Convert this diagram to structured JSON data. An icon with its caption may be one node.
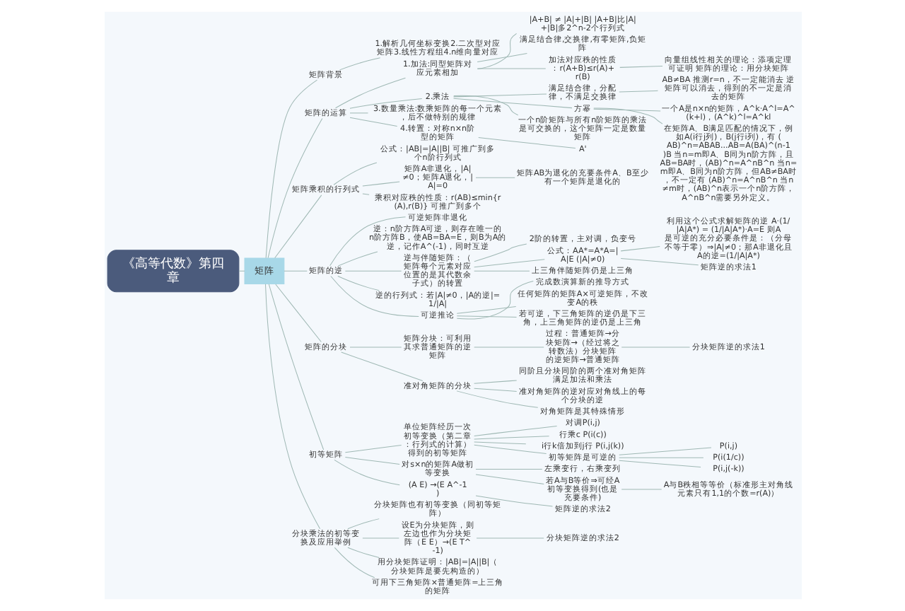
{
  "diagram": {
    "nodes": [
      {
        "text": [
          "《高等代数》第四章"
        ]
      },
      {
        "text": [
          "矩阵"
        ]
      },
      {
        "text": [
          "矩阵背景"
        ]
      },
      {
        "text": [
          "1.解析几何坐标变换2.二次型对应矩阵3.线性方程组4.n维向量对应"
        ]
      },
      {
        "text": [
          "矩阵的运算"
        ]
      },
      {
        "text": [
          "1.加法:同型矩阵对应元素相加"
        ]
      },
      {
        "text": [
          "|A+B| ≠ |A|+|B| |A+B|比|A|+|B|多2^n-2个行列式"
        ]
      },
      {
        "text": [
          "满足结合律,交换律,有零矩阵,负矩阵"
        ]
      },
      {
        "text": [
          "加法对应秩的性质：r(A+B)≤r(A)+r(B)"
        ]
      },
      {
        "text": [
          "向量组线性相关的理论：添项定理可证明 矩阵的理论：用分块矩阵"
        ]
      },
      {
        "text": [
          "2.乘法"
        ]
      },
      {
        "text": [
          "满足结合律，分配律，不满足交换律"
        ]
      },
      {
        "text": [
          "AB≠BA 推测r=n，不一定能消去 逆矩阵可以消去，得到的不一定是消去的矩阵"
        ]
      },
      {
        "text": [
          "方幂"
        ]
      },
      {
        "text": [
          "一个A是n×n的矩阵，A^k·A^l=A^(k+l)，(A^k)^l=A^kl"
        ]
      },
      {
        "text": [
          "在矩阵A、B满足匹配的情况下，例如A(i行j列)，B(j行i列)，有 (AB)^n=ABAB...AB=A(BA)^(n-1)B 当n=m即A、B同为n阶方阵，且AB=BA时，(AB)^n=A^nB^n 当n=m即A、B同为n阶方阵，但AB≠BA时，不一定有 (AB)^n=A^nB^n 当n≠m时，(AB)^n表示一个n阶方阵，A^nB^n需要另外定义。"
        ]
      },
      {
        "text": [
          "一个n阶矩阵与所有n阶矩阵的乘法是可交换的，这个矩阵一定是数量矩阵"
        ]
      },
      {
        "text": [
          "3.数量乘法:数乘矩阵的每一个元素，后不做特别的规律"
        ]
      },
      {
        "text": [
          "4.转置：对称n×n阶型的矩阵"
        ]
      },
      {
        "text": [
          "A'"
        ]
      },
      {
        "text": [
          "矩阵乘积的行列式"
        ]
      },
      {
        "text": [
          "公式：|AB|=|A||B| 可推广到多个n阶行列式"
        ]
      },
      {
        "text": [
          "矩阵A非退化，|A|≠0；矩阵A退化，|A|=0"
        ]
      },
      {
        "text": [
          "矩阵AB为退化的充要条件A、B至少有一个矩阵是退化的"
        ]
      },
      {
        "text": [
          "乘积对应秩的性质：r(AB)≤min{r(A),r(B)} 可推广到多个"
        ]
      },
      {
        "text": [
          "矩阵的逆"
        ]
      },
      {
        "text": [
          "可逆矩阵非退化"
        ]
      },
      {
        "text": [
          "逆：n阶方阵A可逆，则存在唯一的n阶方阵B，使AB=BA=E，则B为A的逆，记作A^(-1)，同时互逆"
        ]
      },
      {
        "text": [
          "逆与伴随矩阵：（矩阵每个元素对应位置的是其代数余子式）的转置"
        ]
      },
      {
        "text": [
          "2阶的转置，主对调，负变号"
        ]
      },
      {
        "text": [
          "公式：AA*=A*A=|A|E (|A|≠0)"
        ]
      },
      {
        "text": [
          "利用这个公式求解矩阵的逆 A·(1/|A|A*) = (1/|A|A*)·A=E 则A是可逆的充分必要条件是：（分母不等于零）⇒|A|≠0；那A非退化且A的逆=(1/|A|A*)"
        ]
      },
      {
        "text": [
          "矩阵逆的求法1"
        ]
      },
      {
        "text": [
          "上三角伴随矩阵仍是上三角"
        ]
      },
      {
        "text": [
          "逆的行列式：若|A|≠0，|A的逆|=1/|A|"
        ]
      },
      {
        "text": [
          "可逆推论"
        ]
      },
      {
        "text": [
          "完成数演算新的推导方式"
        ]
      },
      {
        "text": [
          "任何矩阵的矩阵A×可逆矩阵，不改变A的秩"
        ]
      },
      {
        "text": [
          "若可逆，下三角矩阵的逆仍是下三角，上三角矩阵的逆仍是上三角"
        ]
      },
      {
        "text": [
          "矩阵的分块"
        ]
      },
      {
        "text": [
          "矩阵分块：可利用其求普通矩阵的逆矩阵"
        ]
      },
      {
        "text": [
          "过程：普通矩阵→分块矩阵→（经过将之转数法）分块矩阵的逆矩阵→普通矩阵"
        ]
      },
      {
        "text": [
          "分块矩阵逆的求法1"
        ]
      },
      {
        "text": [
          "准对角矩阵的分块"
        ]
      },
      {
        "text": [
          "同阶且分块同阶的两个准对角矩阵满足加法和乘法"
        ]
      },
      {
        "text": [
          "准对角矩阵的逆对应对角线上的每个分块的逆"
        ]
      },
      {
        "text": [
          "对角矩阵是其特殊情形"
        ]
      },
      {
        "text": [
          "初等矩阵"
        ]
      },
      {
        "text": [
          "单位矩阵经历一次初等变换（第二章：行列式的计算）得到的初等矩阵"
        ]
      },
      {
        "text": [
          "对调P(i,j)"
        ]
      },
      {
        "text": [
          "行乘c P(i(c))"
        ]
      },
      {
        "text": [
          "i行k倍加到j行 P(i,j(k))"
        ]
      },
      {
        "text": [
          "初等矩阵是可逆的"
        ]
      },
      {
        "text": [
          "P(i,j)"
        ]
      },
      {
        "text": [
          "P(i(1/c))"
        ]
      },
      {
        "text": [
          "P(i,j(-k))"
        ]
      },
      {
        "text": [
          "对s×n的矩阵A做初等变换"
        ]
      },
      {
        "text": [
          "左乘变行，右乘变列"
        ]
      },
      {
        "text": [
          "若A与B等价⇒可经A初等变换得到(也是充要条件)"
        ]
      },
      {
        "text": [
          "A与B秩相等等价（标准形主对角线元素只有1,1的个数=r(A)）"
        ]
      },
      {
        "text": [
          "(A E) →(E A^-1)"
        ]
      },
      {
        "text": [
          "矩阵逆的求法2"
        ]
      },
      {
        "text": [
          "分块乘法的初等变换及应用举例"
        ]
      },
      {
        "text": [
          "分块矩阵也有初等变换（同初等矩阵）"
        ]
      },
      {
        "text": [
          "设E为分块矩阵，则左边也作为分块矩阵（E E）→(E T^-1)"
        ]
      },
      {
        "text": [
          "分块矩阵逆的求法2"
        ]
      },
      {
        "text": [
          "用分块矩阵证明：|AB|=|A||B|（分块矩阵是要先构造的）"
        ]
      },
      {
        "text": [
          "可用下三角矩阵×普通矩阵=上三角的矩阵"
        ]
      }
    ],
    "edges": [
      {
        "from": 0,
        "to": 1,
        "arrow": "none"
      },
      {
        "from": 1,
        "to": 2,
        "arrow": "none"
      },
      {
        "from": 2,
        "to": 3,
        "arrow": "none"
      },
      {
        "from": 1,
        "to": 4,
        "arrow": "none"
      },
      {
        "from": 4,
        "to": 5,
        "arrow": "none"
      },
      {
        "from": 5,
        "to": 6,
        "arrow": "none"
      },
      {
        "from": 5,
        "to": 7,
        "arrow": "none"
      },
      {
        "from": 5,
        "to": 8,
        "arrow": "none"
      },
      {
        "from": 8,
        "to": 9,
        "arrow": "none"
      },
      {
        "from": 4,
        "to": 10,
        "arrow": "none"
      },
      {
        "from": 10,
        "to": 11,
        "arrow": "none"
      },
      {
        "from": 11,
        "to": 12,
        "arrow": "none"
      },
      {
        "from": 10,
        "to": 13,
        "arrow": "none"
      },
      {
        "from": 13,
        "to": 14,
        "arrow": "none"
      },
      {
        "from": 13,
        "to": 15,
        "arrow": "none"
      },
      {
        "from": 10,
        "to": 16,
        "arrow": "none"
      },
      {
        "from": 4,
        "to": 17,
        "arrow": "none"
      },
      {
        "from": 4,
        "to": 18,
        "arrow": "none"
      },
      {
        "from": 18,
        "to": 19,
        "arrow": "none"
      },
      {
        "from": 1,
        "to": 20,
        "arrow": "none"
      },
      {
        "from": 20,
        "to": 21,
        "arrow": "none"
      },
      {
        "from": 20,
        "to": 22,
        "arrow": "none"
      },
      {
        "from": 22,
        "to": 23,
        "arrow": "none"
      },
      {
        "from": 20,
        "to": 24,
        "arrow": "none"
      },
      {
        "from": 1,
        "to": 25,
        "arrow": "none"
      },
      {
        "from": 25,
        "to": 26,
        "arrow": "none"
      },
      {
        "from": 25,
        "to": 27,
        "arrow": "none"
      },
      {
        "from": 25,
        "to": 28,
        "arrow": "none"
      },
      {
        "from": 28,
        "to": 29,
        "arrow": "none"
      },
      {
        "from": 28,
        "to": 30,
        "arrow": "none"
      },
      {
        "from": 30,
        "to": 31,
        "arrow": "none"
      },
      {
        "from": 30,
        "to": 32,
        "arrow": "none"
      },
      {
        "from": 28,
        "to": 33,
        "arrow": "none"
      },
      {
        "from": 25,
        "to": 34,
        "arrow": "none"
      },
      {
        "from": 25,
        "to": 35,
        "arrow": "none"
      },
      {
        "from": 35,
        "to": 36,
        "arrow": "none"
      },
      {
        "from": 35,
        "to": 37,
        "arrow": "none"
      },
      {
        "from": 35,
        "to": 38,
        "arrow": "none"
      },
      {
        "from": 1,
        "to": 39,
        "arrow": "none"
      },
      {
        "from": 39,
        "to": 40,
        "arrow": "none"
      },
      {
        "from": 40,
        "to": 41,
        "arrow": "none"
      },
      {
        "from": 41,
        "to": 42,
        "arrow": "none"
      },
      {
        "from": 39,
        "to": 43,
        "arrow": "none"
      },
      {
        "from": 43,
        "to": 44,
        "arrow": "none"
      },
      {
        "from": 43,
        "to": 45,
        "arrow": "none"
      },
      {
        "from": 43,
        "to": 46,
        "arrow": "none"
      },
      {
        "from": 1,
        "to": 47,
        "arrow": "none"
      },
      {
        "from": 47,
        "to": 48,
        "arrow": "none"
      },
      {
        "from": 48,
        "to": 49,
        "arrow": "none"
      },
      {
        "from": 48,
        "to": 50,
        "arrow": "none"
      },
      {
        "from": 48,
        "to": 51,
        "arrow": "none"
      },
      {
        "from": 48,
        "to": 52,
        "arrow": "none"
      },
      {
        "from": 52,
        "to": 53,
        "arrow": "none"
      },
      {
        "from": 52,
        "to": 54,
        "arrow": "none"
      },
      {
        "from": 52,
        "to": 55,
        "arrow": "none"
      },
      {
        "from": 47,
        "to": 56,
        "arrow": "none"
      },
      {
        "from": 56,
        "to": 57,
        "arrow": "none"
      },
      {
        "from": 56,
        "to": 58,
        "arrow": "none"
      },
      {
        "from": 58,
        "to": 59,
        "arrow": "none"
      },
      {
        "from": 47,
        "to": 60,
        "arrow": "none"
      },
      {
        "from": 60,
        "to": 61,
        "arrow": "none"
      },
      {
        "from": 1,
        "to": 62,
        "arrow": "none"
      },
      {
        "from": 62,
        "to": 63,
        "arrow": "none"
      },
      {
        "from": 62,
        "to": 64,
        "arrow": "none"
      },
      {
        "from": 64,
        "to": 65,
        "arrow": "none"
      },
      {
        "from": 62,
        "to": 66,
        "arrow": "none"
      },
      {
        "from": 62,
        "to": 67,
        "arrow": "none"
      }
    ]
  }
}
